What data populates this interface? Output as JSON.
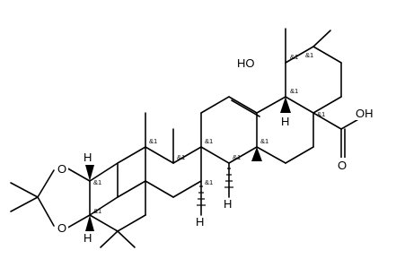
{
  "structure": {
    "atoms": [
      {
        "id": "ho",
        "text": "HO"
      },
      {
        "id": "oh",
        "text": "OH"
      },
      {
        "id": "o_acid",
        "text": "O"
      },
      {
        "id": "o_ring_top",
        "text": "O"
      },
      {
        "id": "o_ring_bot",
        "text": "O"
      },
      {
        "id": "h1",
        "text": "H"
      },
      {
        "id": "h2",
        "text": "H"
      },
      {
        "id": "h3",
        "text": "H"
      },
      {
        "id": "h4",
        "text": "H"
      },
      {
        "id": "h5",
        "text": "H"
      }
    ],
    "stereo_label": "&1"
  }
}
